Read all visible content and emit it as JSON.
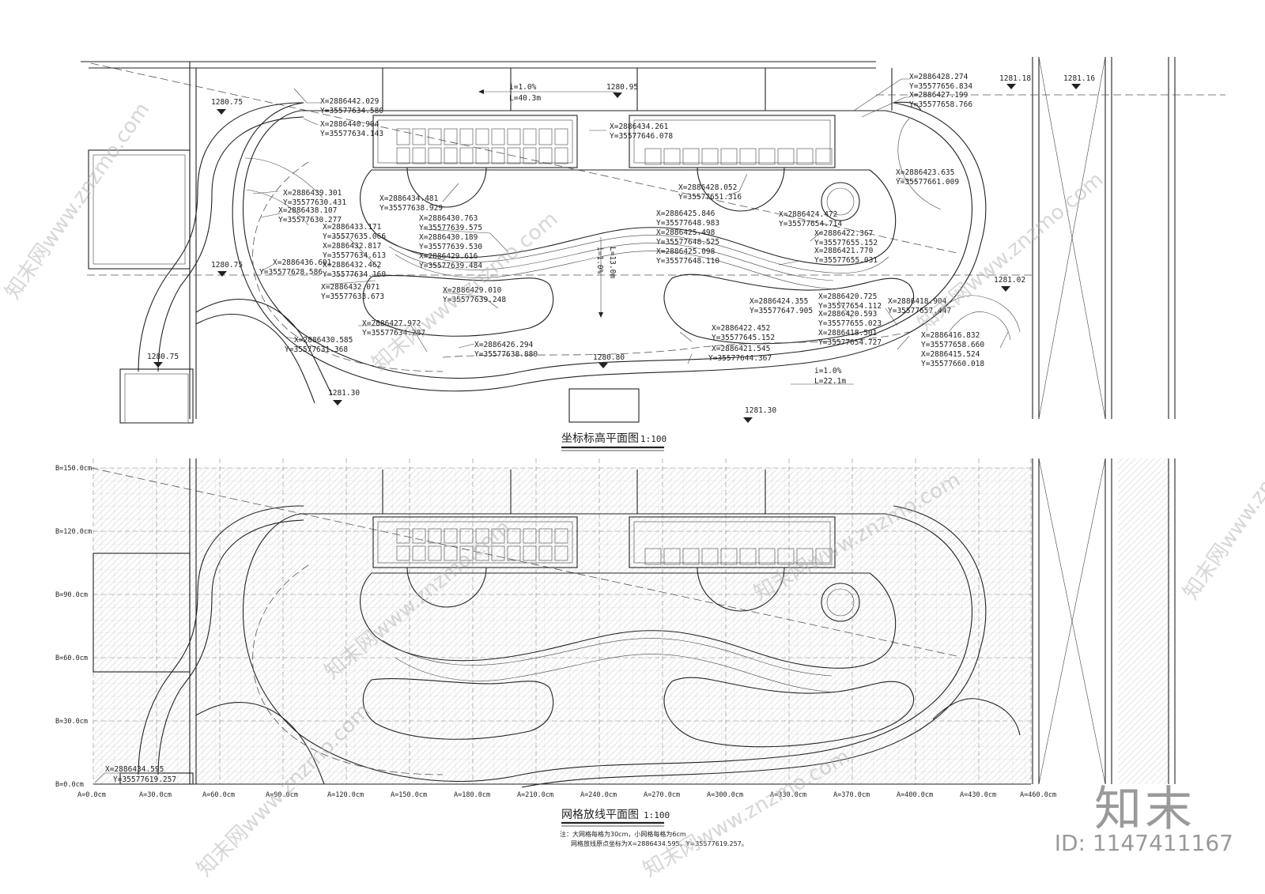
{
  "top_plan": {
    "title": "坐标标高平面图",
    "scale": "1:100",
    "levels": [
      "1280.75",
      "1280.95",
      "1281.18",
      "1281.16",
      "1280.75",
      "1280.75",
      "1281.02",
      "1280.80",
      "1281.30",
      "1281.30"
    ],
    "slopes": [
      {
        "i": "i=1.0%",
        "L": "L=40.3m"
      },
      {
        "i": "i=1.0%",
        "L": "L=22.1m"
      },
      {
        "i": "i=1.0%",
        "L": "L=13.0m"
      }
    ],
    "coords": [
      [
        "X=2886442.029",
        "Y=35577634.580"
      ],
      [
        "X=2886440.904",
        "Y=35577634.143"
      ],
      [
        "X=2886434.261",
        "Y=35577646.078"
      ],
      [
        "X=2886428.274",
        "Y=35577656.834"
      ],
      [
        "X=2886427.199",
        "Y=35577658.766"
      ],
      [
        "X=2886423.635",
        "Y=35577661.009"
      ],
      [
        "X=2886428.052",
        "Y=35577651.316"
      ],
      [
        "X=2886439.301",
        "Y=35577630.431"
      ],
      [
        "X=2886438.107",
        "Y=35577630.277"
      ],
      [
        "X=2886434.481",
        "Y=35577638.929"
      ],
      [
        "X=2886430.763",
        "Y=35577639.575"
      ],
      [
        "X=2886430.189",
        "Y=35577639.530"
      ],
      [
        "X=2886429.616",
        "Y=35577639.484"
      ],
      [
        "X=2886433.171",
        "Y=35577635.066"
      ],
      [
        "X=2886432.817",
        "Y=35577634.613"
      ],
      [
        "X=2886432.462",
        "Y=35577634.160"
      ],
      [
        "X=2886436.601",
        "Y=35577628.586"
      ],
      [
        "X=2886432.071",
        "Y=35577633.673"
      ],
      [
        "X=2886429.010",
        "Y=35577639.248"
      ],
      [
        "X=2886425.846",
        "Y=35577648.983"
      ],
      [
        "X=2886425.498",
        "Y=35577648.525"
      ],
      [
        "X=2886425.098",
        "Y=35577648.110"
      ],
      [
        "X=2886424.472",
        "Y=35577654.714"
      ],
      [
        "X=2886422.367",
        "Y=35577655.152"
      ],
      [
        "X=2886421.770",
        "Y=35577655.031"
      ],
      [
        "X=2886424.355",
        "Y=35577647.905"
      ],
      [
        "X=2886420.725",
        "Y=35577654.112"
      ],
      [
        "X=2886420.593",
        "Y=35577655.023"
      ],
      [
        "X=2886418.501",
        "Y=35577654.727"
      ],
      [
        "X=2886418.904",
        "Y=35577657.447"
      ],
      [
        "X=2886416.832",
        "Y=35577658.660"
      ],
      [
        "X=2886415.524",
        "Y=35577660.018"
      ],
      [
        "X=2886422.452",
        "Y=35577645.152"
      ],
      [
        "X=2886421.545",
        "Y=35577644.367"
      ],
      [
        "X=2886427.972",
        "Y=35577634.287"
      ],
      [
        "X=2886426.294",
        "Y=35577638.880"
      ],
      [
        "X=2886430.585",
        "Y=35577631.368"
      ]
    ]
  },
  "grid_plan": {
    "title": "网格放线平面图",
    "scale": "1:100",
    "b_labels": [
      "B=150.0cm",
      "B=120.0cm",
      "B=90.0cm",
      "B=60.0cm",
      "B=30.0cm",
      "B=0.0cm"
    ],
    "a_labels": [
      "A=0.0cm",
      "A=30.0cm",
      "A=60.0cm",
      "A=90.0cm",
      "A=120.0cm",
      "A=150.0cm",
      "A=180.0cm",
      "A=210.0cm",
      "A=240.0cm",
      "A=270.0cm",
      "A=300.0cm",
      "A=330.0cm",
      "A=370.0cm",
      "A=400.0cm",
      "A=430.0cm",
      "A=460.0cm"
    ],
    "origin": [
      "X=2886434.595",
      "Y=35577619.257"
    ],
    "notes": [
      "注：大网格每格为30cm，小网格每格为6cm",
      "网格放线原点坐标为X=2886434.595，Y=35577619.257。"
    ]
  },
  "watermark": {
    "text": "知末网www.znzmo.com",
    "brand": "知末",
    "id": "ID: 1147411167"
  }
}
